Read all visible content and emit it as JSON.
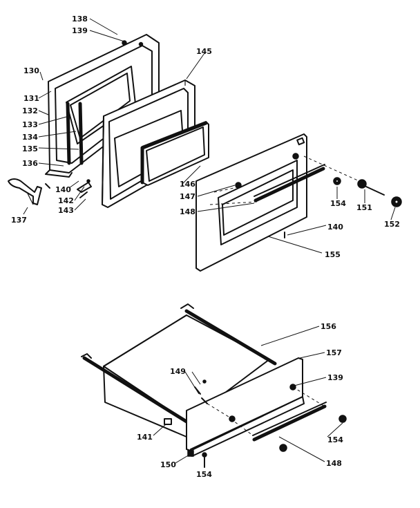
{
  "labels": {
    "l138": "138",
    "l139": "139",
    "l130": "130",
    "l131": "131",
    "l132": "132",
    "l133": "133",
    "l134": "134",
    "l135": "135",
    "l136": "136",
    "l137": "137",
    "l140a": "140",
    "l142": "142",
    "l143": "143",
    "l145": "145",
    "l146": "146",
    "l147": "147",
    "l148a": "148",
    "l154a": "154",
    "l151": "151",
    "l152": "152",
    "l140b": "140",
    "l155": "155",
    "l156": "156",
    "l157": "157",
    "l149": "149",
    "l139b": "139",
    "l141": "141",
    "l154b": "154",
    "l148b": "148",
    "l150": "150",
    "l154c": "154"
  }
}
